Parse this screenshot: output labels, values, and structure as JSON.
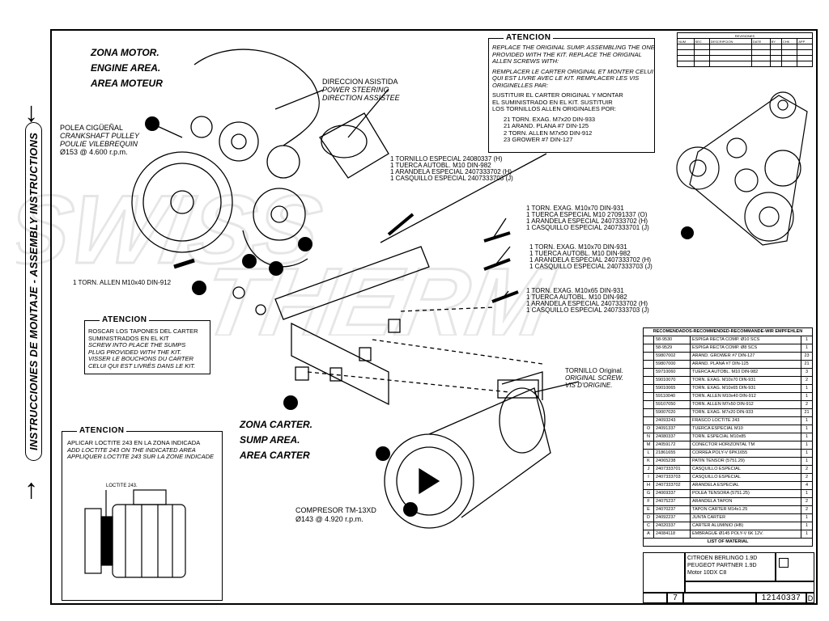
{
  "sidebar": {
    "title": "INSTRUCCIONES DE MONTAJE - ASSEMBLY INSTRUCTIONS"
  },
  "zones": {
    "engine": [
      "ZONA MOTOR.",
      "ENGINE AREA.",
      "AREA MOTEUR"
    ],
    "sump": [
      "ZONA CARTER.",
      "SUMP AREA.",
      "AREA CARTER"
    ]
  },
  "labels": {
    "power_steering": [
      "DIRECCION ASISTIDA",
      "POWER STEERING",
      "DIRECTION ASSISTEE"
    ],
    "crankshaft": [
      "POLEA CIGÜEÑAL",
      "CRANKSHAFT PULLEY",
      "POULIE VILEBREQUIN",
      "Ø153  @ 4.600 r.p.m."
    ],
    "compressor": [
      "COMPRESOR TM-13XD",
      "Ø143 @ 4.920 r.p.m."
    ],
    "original_screw": [
      "TORNILLO Original.",
      "ORIGINAL SCREW.",
      "VIS D'ORIGINE."
    ],
    "allen_screw": "1 TORN. ALLEN M10x40 DIN-912",
    "loctite_callout": "LOCTITE 243.",
    "group1": [
      "1 TORNILLO ESPECIAL 24080337 (H)",
      "1 TUERCA AUTOBL. M10 DIN-982",
      "1 ARANDELA ESPECIAL 2407333702 (H)",
      "1 CASQUILLO ESPECIAL 2407333703 (J)"
    ],
    "group2": [
      "1 TORN. EXAG. M10x70 DIN-931",
      "1 TUERCA ESPECIAL M10 27091337 (O)",
      "1 ARANDELA ESPECIAL 2407333702 (H)",
      "1 CASQUILLO ESPECIAL 2407333701 (J)"
    ],
    "group3": [
      "1 TORN. EXAG. M10x70 DIN-931",
      "1 TUERCA AUTOBL. M10 DIN-982",
      "1 ARANDELA ESPECIAL 2407333702 (H)",
      "1 CASQUILLO ESPECIAL 2407333703 (J)"
    ],
    "group4": [
      "1 TORN. EXAG. M10x65 DIN-931",
      "1 TUERCA AUTOBL. M10 DIN-982",
      "1 ARANDELA ESPECIAL 2407333702 (H)",
      "1 CASQUILLO ESPECIAL 2407333703 (J)"
    ]
  },
  "atencion_top": {
    "header": "ATENCION",
    "lines_it": [
      "REPLACE THE ORIGINAL SUMP. ASSEMBLING THE ONE",
      "PROVIDED WITH THE KIT. REPLACE THE ORIGINAL",
      "ALLEN SCREWS WITH:"
    ],
    "lines_fr": [
      "REMPLACER LE CARTER ORIGINAL ET MONTER CELUI",
      "QUI EST LIVRE AVEC LE KIT. REMPLACER LES VIS",
      "ORIGINELLES PAR:"
    ],
    "lines_es": [
      "SUSTITUIR EL CARTER ORIGINAL Y MONTAR",
      "EL SUMINISTRADO EN EL KIT.  SUSTITUIR",
      "LOS TORNILLOS  ALLEN  ORIGINALES POR:"
    ],
    "parts": [
      "21 TORN. EXAG. M7x20 DIN-933",
      "21 ARAND. PLANA #7 DIN-125",
      "2 TORN. ALLEN M7x50 DIN-912",
      "23 GROWER #7 DIN-127"
    ]
  },
  "atencion_mid": {
    "header": "ATENCION",
    "lines": [
      "ROSCAR LOS TAPONES  DEL CARTER",
      "SUMINISTRADOS EN EL KIT",
      "SCREW INTO PLACE THE SUMPS",
      "PLUG PROVIDED WITH THE KIT.",
      "VISSER LE BOUCHONS DU CARTER",
      "CELUI QUI EST LIVRÉS DANS LE KIT."
    ]
  },
  "atencion_bottom": {
    "header": "ATENCION",
    "lines": [
      "APLICAR LOCTITE 243 EN LA ZONA INDICADA",
      "ADD LOCTITE 243 ON THE INDICATED AREA",
      "APPLIQUER LOCTITE 243 SUR LA ZONE INDICADE"
    ]
  },
  "revisions": {
    "title": "REVISIONES",
    "headers": [
      "NUM",
      "SEC",
      "DESCRIPCION",
      "DATE",
      "BY",
      "CHK",
      "APP"
    ]
  },
  "bom": {
    "header": "RECOMENDADOS-RECOMMENDED-RECOMMANDE-WIR EMPFEHLEN",
    "recommended": [
      {
        "code": "58-9530",
        "desc": "ESPIGA RECTA COMP. Ø10 SCS",
        "qty": "1"
      },
      {
        "code": "58-9529",
        "desc": "ESPIGA RECTA COMP. Ø8 SCS",
        "qty": "1"
      }
    ],
    "rows": [
      {
        "l": "",
        "code": "59807002",
        "desc": "ARAND. GROWER #7 DIN-127",
        "qty": "23"
      },
      {
        "l": "",
        "code": "59807000",
        "desc": "ARAND. PLANA #7 DIN-125",
        "qty": "21"
      },
      {
        "l": "",
        "code": "59710060",
        "desc": "TUERCA AUTOBL. M10 DIN-982",
        "qty": "3"
      },
      {
        "l": "",
        "code": "59010070",
        "desc": "TORN. EXAG. M10x70 DIN-931",
        "qty": "2"
      },
      {
        "l": "",
        "code": "59010065",
        "desc": "TORN. EXAG. M10x65 DIN-931",
        "qty": "1"
      },
      {
        "l": "",
        "code": "59110040",
        "desc": "TORN. ALLEN M10x40 DIN-912",
        "qty": "1"
      },
      {
        "l": "",
        "code": "59107050",
        "desc": "TORN. ALLEN M7x50 DIN-912",
        "qty": "2"
      },
      {
        "l": "",
        "code": "59007020",
        "desc": "TORN. EXAG. M7x20 DIN-933",
        "qty": "21"
      },
      {
        "l": "",
        "code": "24093243",
        "desc": "FRASCO LOCTITE 243",
        "qty": "1"
      },
      {
        "l": "O",
        "code": "24091337",
        "desc": "TUERCA ESPECIAL M10",
        "qty": "1"
      },
      {
        "l": "N",
        "code": "24080337",
        "desc": "TORN. ESPECIAL M10x85",
        "qty": "1"
      },
      {
        "l": "M",
        "code": "24059172",
        "desc": "CONECTOR HORIZONTAL TM",
        "qty": "1"
      },
      {
        "l": "L",
        "code": "21861655",
        "desc": "CORREA POLY-V 6PK1655",
        "qty": "1"
      },
      {
        "l": "K",
        "code": "24065238",
        "desc": "PATIN TENSOR (5751.29)",
        "qty": "1"
      },
      {
        "l": "J",
        "code": "2407333701",
        "desc": "CASQUILLO ESPECIAL",
        "qty": "2"
      },
      {
        "l": "I",
        "code": "2407333703",
        "desc": "CASQUILLO ESPECIAL",
        "qty": "2"
      },
      {
        "l": "H",
        "code": "2407333702",
        "desc": "ARANDELA ESPECIAL",
        "qty": "4"
      },
      {
        "l": "G",
        "code": "24069337",
        "desc": "POLEA TENSORA (5751.25)",
        "qty": "1"
      },
      {
        "l": "F",
        "code": "24075237",
        "desc": "ARANDELA TAPON",
        "qty": "2"
      },
      {
        "l": "E",
        "code": "24070237",
        "desc": "TAPON CARTER M14x1.25",
        "qty": "2"
      },
      {
        "l": "D",
        "code": "24092237",
        "desc": "JUNTA CARTER",
        "qty": "1"
      },
      {
        "l": "C",
        "code": "24020337",
        "desc": "CARTER ALUMINIO (HB)",
        "qty": "1"
      },
      {
        "l": "A",
        "code": "24084118",
        "desc": "EMBRAGUE Ø145 POLY-V 6K 12V.",
        "qty": "1"
      }
    ],
    "footer": "LIST OF MATERIAL"
  },
  "title_block": {
    "vehicles": [
      "CITROEN BERLINGO 1.9D",
      "PEUGEOT PARTNER 1.9D",
      "Motor 10DX C8"
    ],
    "sheet": "7",
    "drawing_number": "12140337",
    "revision": "D"
  },
  "watermark": "SWISS THERM"
}
